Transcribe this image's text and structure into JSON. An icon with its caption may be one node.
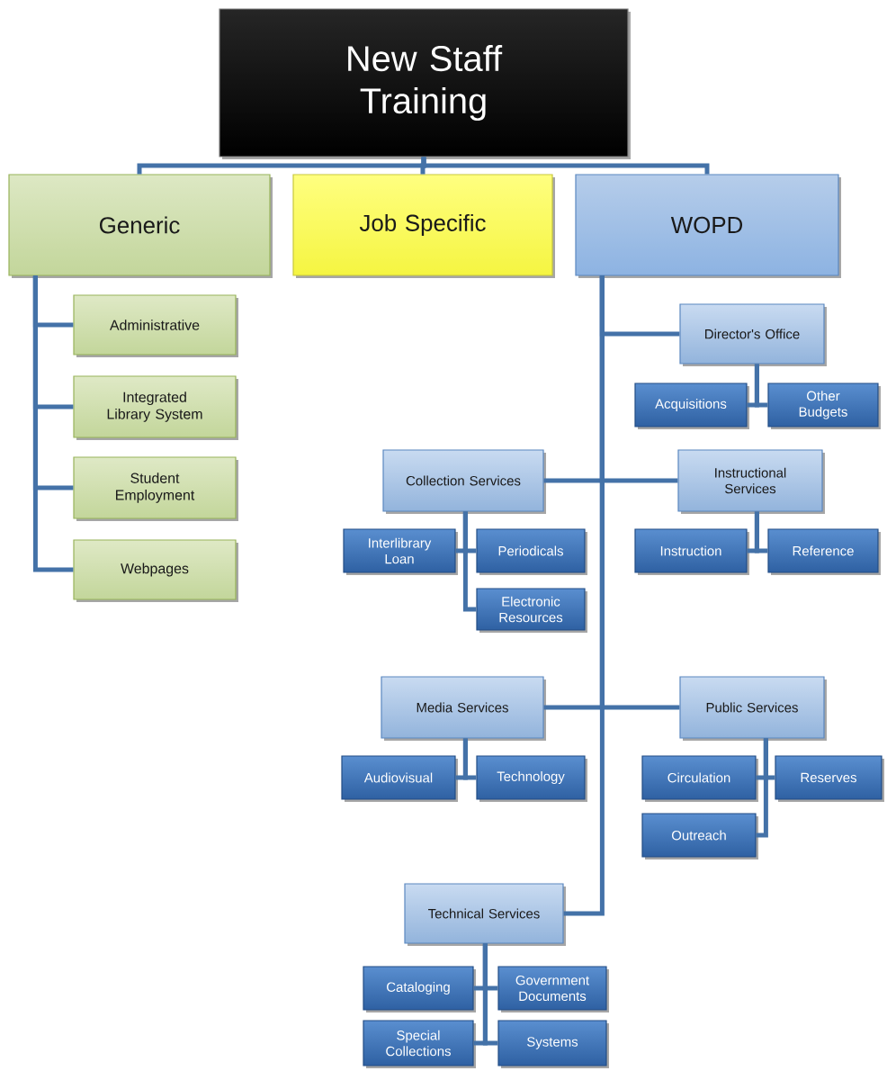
{
  "diagram": {
    "nodes": [
      {
        "text": [
          "New Staff Training"
        ]
      },
      {
        "text": [
          "Generic"
        ]
      },
      {
        "text": [
          "Job Specific"
        ]
      },
      {
        "text": [
          "WOPD"
        ]
      },
      {
        "text": [
          "Administrative"
        ]
      },
      {
        "text": [
          "Integrated Library System"
        ]
      },
      {
        "text": [
          "Student Employment"
        ]
      },
      {
        "text": [
          "Webpages"
        ]
      },
      {
        "text": [
          "Director's Office"
        ]
      },
      {
        "text": [
          "Acquisitions"
        ]
      },
      {
        "text": [
          "Other Budgets"
        ]
      },
      {
        "text": [
          "Collection Services"
        ]
      },
      {
        "text": [
          "Instructional Services"
        ]
      },
      {
        "text": [
          "Interlibrary Loan"
        ]
      },
      {
        "text": [
          "Periodicals"
        ]
      },
      {
        "text": [
          "Electronic Resources"
        ]
      },
      {
        "text": [
          "Instruction"
        ]
      },
      {
        "text": [
          "Reference"
        ]
      },
      {
        "text": [
          "Media Services"
        ]
      },
      {
        "text": [
          "Public Services"
        ]
      },
      {
        "text": [
          "Audiovisual"
        ]
      },
      {
        "text": [
          "Technology"
        ]
      },
      {
        "text": [
          "Circulation"
        ]
      },
      {
        "text": [
          "Reserves"
        ]
      },
      {
        "text": [
          "Outreach"
        ]
      },
      {
        "text": [
          "Technical Services"
        ]
      },
      {
        "text": [
          "Cataloging"
        ]
      },
      {
        "text": [
          "Government Documents"
        ]
      },
      {
        "text": [
          "Special Collections"
        ]
      },
      {
        "text": [
          "Systems"
        ]
      }
    ],
    "edges": [
      {
        "from": 0,
        "to": 1,
        "arrow": "none"
      },
      {
        "from": 0,
        "to": 2,
        "arrow": "none"
      },
      {
        "from": 0,
        "to": 3,
        "arrow": "none"
      },
      {
        "from": 1,
        "to": 4,
        "arrow": "none"
      },
      {
        "from": 1,
        "to": 5,
        "arrow": "none"
      },
      {
        "from": 1,
        "to": 6,
        "arrow": "none"
      },
      {
        "from": 1,
        "to": 7,
        "arrow": "none"
      },
      {
        "from": 3,
        "to": 8,
        "arrow": "none"
      },
      {
        "from": 3,
        "to": 11,
        "arrow": "none"
      },
      {
        "from": 3,
        "to": 12,
        "arrow": "none"
      },
      {
        "from": 3,
        "to": 18,
        "arrow": "none"
      },
      {
        "from": 3,
        "to": 19,
        "arrow": "none"
      },
      {
        "from": 3,
        "to": 25,
        "arrow": "none"
      },
      {
        "from": 8,
        "to": 9,
        "arrow": "none"
      },
      {
        "from": 8,
        "to": 10,
        "arrow": "none"
      },
      {
        "from": 11,
        "to": 13,
        "arrow": "none"
      },
      {
        "from": 11,
        "to": 14,
        "arrow": "none"
      },
      {
        "from": 11,
        "to": 15,
        "arrow": "none"
      },
      {
        "from": 12,
        "to": 16,
        "arrow": "none"
      },
      {
        "from": 12,
        "to": 17,
        "arrow": "none"
      },
      {
        "from": 18,
        "to": 20,
        "arrow": "none"
      },
      {
        "from": 18,
        "to": 21,
        "arrow": "none"
      },
      {
        "from": 19,
        "to": 22,
        "arrow": "none"
      },
      {
        "from": 19,
        "to": 23,
        "arrow": "none"
      },
      {
        "from": 19,
        "to": 24,
        "arrow": "none"
      },
      {
        "from": 25,
        "to": 26,
        "arrow": "none"
      },
      {
        "from": 25,
        "to": 27,
        "arrow": "none"
      },
      {
        "from": 25,
        "to": 28,
        "arrow": "none"
      },
      {
        "from": 25,
        "to": 29,
        "arrow": "none"
      }
    ]
  }
}
